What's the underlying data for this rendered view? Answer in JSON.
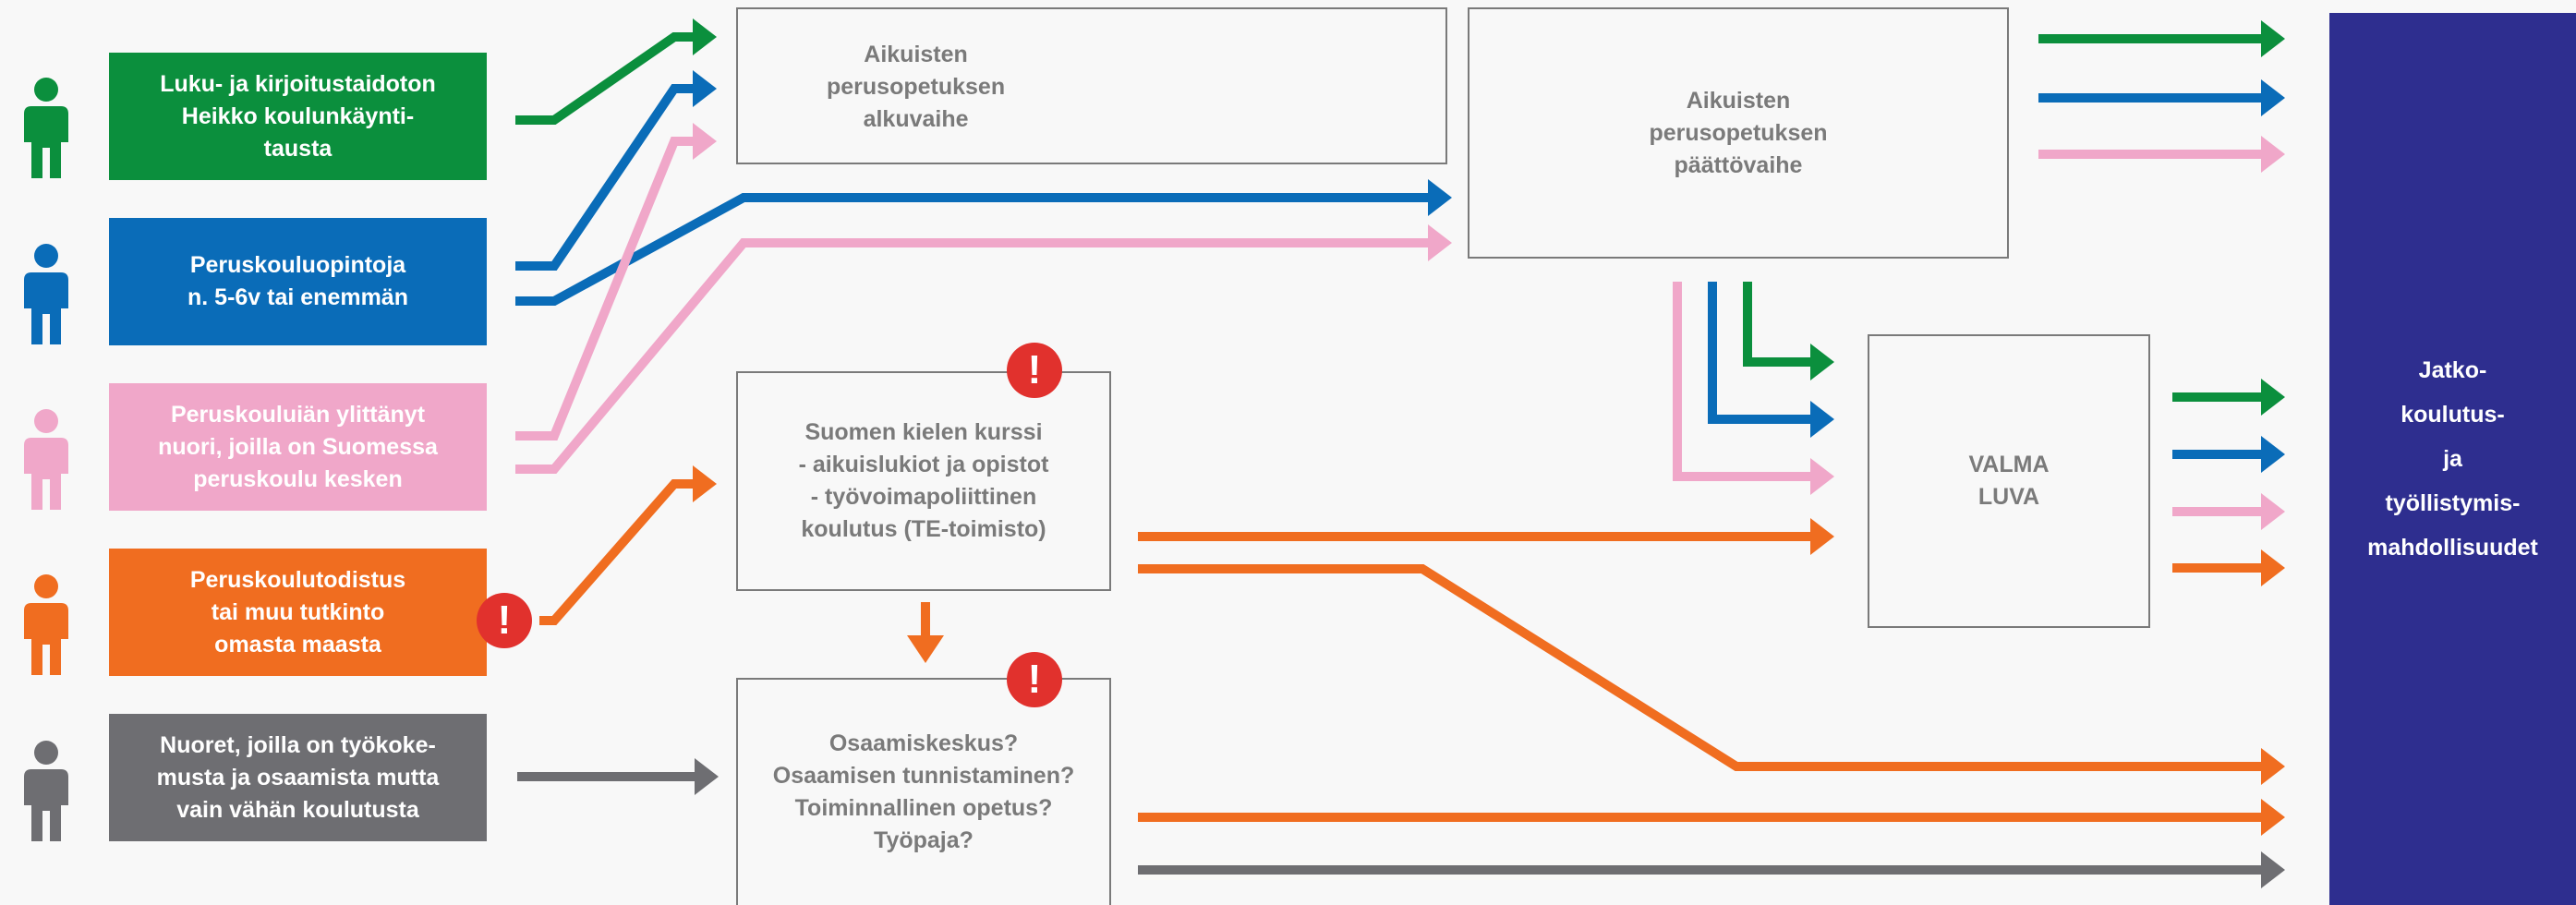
{
  "colors": {
    "green": "#0b8f3d",
    "blue": "#0a6cb8",
    "pink": "#f0a7c9",
    "orange": "#f06d20",
    "gray": "#6e6e72",
    "navy": "#2e2e8f",
    "alert": "#e1312d",
    "box_text": "#7a7a7a"
  },
  "sources": [
    {
      "id": "illiterate",
      "color": "green",
      "icon": "person-icon",
      "lines": [
        "Luku- ja kirjoitustaidoton",
        "Heikko koulunkäynti-",
        "tausta"
      ]
    },
    {
      "id": "basic-school-studies",
      "color": "blue",
      "icon": "person-icon",
      "lines": [
        "Peruskouluopintoja",
        "n. 5-6v tai enemmän"
      ]
    },
    {
      "id": "over-age",
      "color": "pink",
      "icon": "person-icon",
      "lines": [
        "Peruskouluiän ylittänyt",
        "nuori, joilla on Suomessa",
        "peruskoulu kesken"
      ]
    },
    {
      "id": "certificate",
      "color": "orange",
      "icon": "person-icon",
      "lines": [
        "Peruskoulutodistus",
        "tai muu tutkinto",
        "omasta maasta"
      ]
    },
    {
      "id": "work-experience",
      "color": "gray",
      "icon": "person-icon",
      "lines": [
        "Nuoret, joilla on työkoke-",
        "musta ja osaamista mutta",
        "vain vähän koulutusta"
      ]
    }
  ],
  "boxes": {
    "initial_phase": "Aikuisten\nperusopetuksen\nalkuvaihe",
    "final_phase": "Aikuisten\nperusopetuksen\npäättövaihe",
    "finnish_course": "Suomen kielen kurssi\n- aikuislukiot ja opistot\n- työvoimapoliittinen\nkoulutus (TE-toimisto)",
    "competence_center": "Osaamiskeskus?\nOsaamisen tunnistaminen?\nToiminnallinen opetus?\nTyöpaja?",
    "valma": "VALMA\nLUVA"
  },
  "outcome": "Jatko-\nkoulutus-\nja\ntyöllistymis-\nmahdollisuudet",
  "alert_symbol": "!",
  "alert_icon": "exclamation-icon"
}
